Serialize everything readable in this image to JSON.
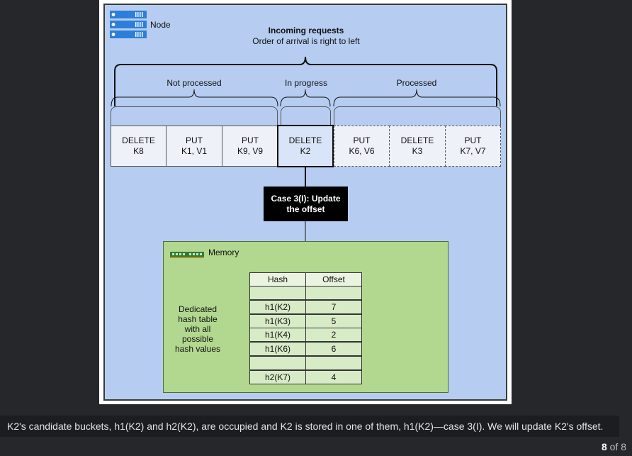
{
  "node_label": "Node",
  "incoming": {
    "title": "Incoming requests",
    "subtitle": "Order of arrival is right to left"
  },
  "groups": {
    "not_processed": "Not processed",
    "in_progress": "In progress",
    "processed": "Processed"
  },
  "requests": [
    {
      "op": "DELETE",
      "args": "K8"
    },
    {
      "op": "PUT",
      "args": "K1, V1"
    },
    {
      "op": "PUT",
      "args": "K9, V9"
    },
    {
      "op": "DELETE",
      "args": "K2"
    },
    {
      "op": "PUT",
      "args": "K6, V6"
    },
    {
      "op": "DELETE",
      "args": "K3"
    },
    {
      "op": "PUT",
      "args": "K7, V7"
    }
  ],
  "case_box": {
    "bold": "Case 3(I):",
    "text": " Update the offset"
  },
  "memory_label": "Memory",
  "side_label": "Dedicated hash table with all possible hash values",
  "hash_table": {
    "headers": [
      "Hash",
      "Offset"
    ],
    "rows": [
      {
        "hash": "",
        "offset": ""
      },
      {
        "hash": "h1(K2)",
        "offset": "7"
      },
      {
        "hash": "h1(K3)",
        "offset": "5"
      },
      {
        "hash": "h1(K4)",
        "offset": "2"
      },
      {
        "hash": "h1(K6)",
        "offset": "6"
      },
      {
        "hash": "",
        "offset": ""
      },
      {
        "hash": "h2(K7)",
        "offset": "4"
      }
    ]
  },
  "caption": "K2's candidate buckets, h1(K2) and h2(K2), are occupied and K2 is stored in one of them, h1(K2)—case 3(I). We will update K2's offset.",
  "pager": {
    "current": "8",
    "of_total": "of 8"
  },
  "colors": {
    "node_bg": "#b6cdf1",
    "memory_bg": "#b2d88f",
    "case_bg": "#000000",
    "page_bg": "#25272b"
  }
}
